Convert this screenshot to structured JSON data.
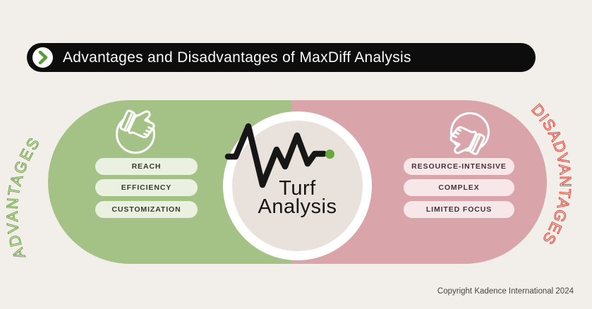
{
  "header": {
    "title": "Advantages and Disadvantages of MaxDiff Analysis"
  },
  "advantages": {
    "side_label": "ADVANTAGES",
    "items": [
      "REACH",
      "EFFICIENCY",
      "CUSTOMIZATION"
    ]
  },
  "disadvantages": {
    "side_label": "DISADVANTAGES",
    "items": [
      "RESOURCE-INTENSIVE",
      "COMPLEX",
      "LIMITED FOCUS"
    ]
  },
  "center_logo": {
    "line1": "Turf",
    "line2": "Analysis"
  },
  "footer": {
    "copyright": "Copyright Kadence International 2024"
  },
  "icons": {
    "banner": "chevron-right-icon",
    "advantages": "thumbs-up-icon",
    "disadvantages": "thumbs-down-icon",
    "logo": "pulse-line-icon"
  },
  "colors": {
    "background": "#f2eee9",
    "banner": "#0d0d0d",
    "banner_text": "#fafafa",
    "accent_green": "#5c9a3c",
    "advantages_fill": "#a5c286",
    "advantages_label": "#6fa244",
    "advantage_pill": "#ebf1e0",
    "advantage_pill_text": "#343c2c",
    "disadvantages_fill": "#daa5aa",
    "disadvantages_label": "#e14a3e",
    "disadvantage_pill": "#f8e7e9",
    "disadvantage_pill_text": "#46313a",
    "logo_line": "#161616",
    "logo_dot": "#69a73e",
    "inner_circle": "#e8e1dc"
  }
}
